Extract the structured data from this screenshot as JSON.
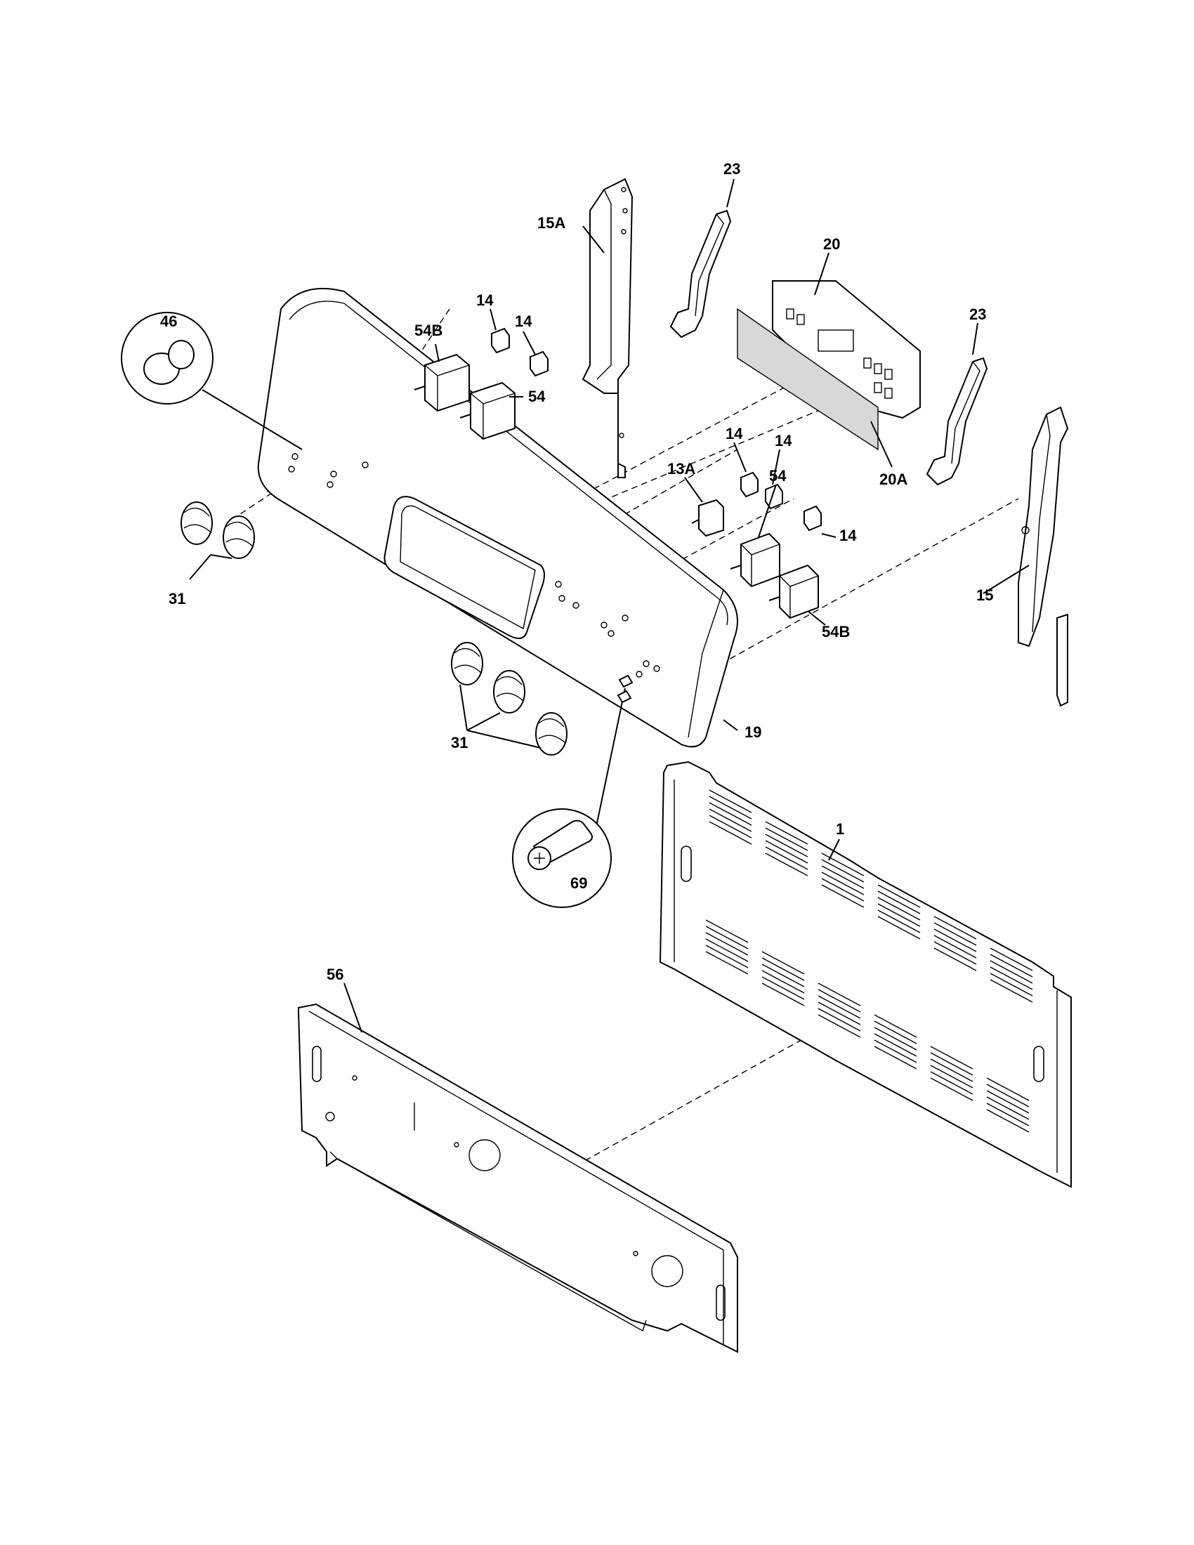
{
  "diagram": {
    "labels": [
      {
        "id": "l23a",
        "text": "23"
      },
      {
        "id": "l15a",
        "text": "15A"
      },
      {
        "id": "l20",
        "text": "20"
      },
      {
        "id": "l23b",
        "text": "23"
      },
      {
        "id": "l46",
        "text": "46"
      },
      {
        "id": "l14a",
        "text": "14"
      },
      {
        "id": "l14b",
        "text": "14"
      },
      {
        "id": "l54ba",
        "text": "54B"
      },
      {
        "id": "l54a",
        "text": "54"
      },
      {
        "id": "l20a",
        "text": "20A"
      },
      {
        "id": "l14c",
        "text": "14"
      },
      {
        "id": "l14d",
        "text": "14"
      },
      {
        "id": "l13a",
        "text": "13A"
      },
      {
        "id": "l54b",
        "text": "54"
      },
      {
        "id": "l14e",
        "text": "14"
      },
      {
        "id": "l15",
        "text": "15"
      },
      {
        "id": "l54bb",
        "text": "54B"
      },
      {
        "id": "l31a",
        "text": "31"
      },
      {
        "id": "l19",
        "text": "19"
      },
      {
        "id": "l31b",
        "text": "31"
      },
      {
        "id": "l1",
        "text": "1"
      },
      {
        "id": "l69",
        "text": "69"
      },
      {
        "id": "l56",
        "text": "56"
      }
    ]
  }
}
